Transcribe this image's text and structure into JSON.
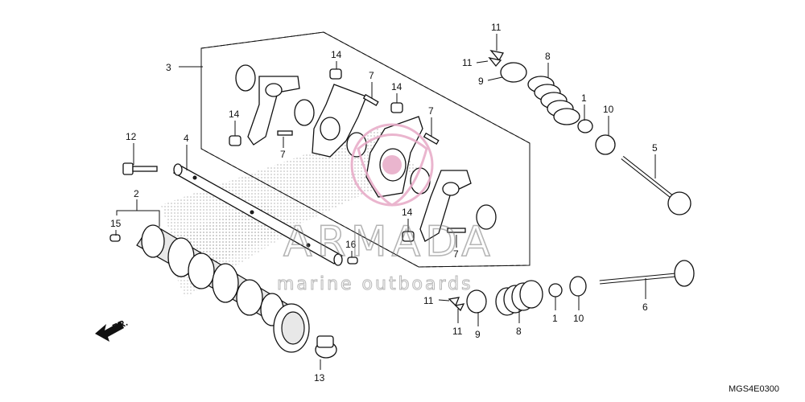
{
  "callouts": {
    "c1a": "1",
    "c1b": "1",
    "c2": "2",
    "c3": "3",
    "c4": "4",
    "c5": "5",
    "c6": "6",
    "c7a": "7",
    "c7b": "7",
    "c7c": "7",
    "c7d": "7",
    "c8a": "8",
    "c8b": "8",
    "c9a": "9",
    "c9b": "9",
    "c10a": "10",
    "c10b": "10",
    "c11a": "11",
    "c11b": "11",
    "c11c": "11",
    "c11d": "11",
    "c12": "12",
    "c13": "13",
    "c14a": "14",
    "c14b": "14",
    "c14c": "14",
    "c14d": "14",
    "c15": "15",
    "c16": "16"
  },
  "fr_label": "FR.",
  "diagram_code": "MGS4E0300",
  "watermark": {
    "brand": "ARMADA",
    "tagline": "marine outboards",
    "logo_color": "#e7a9c6"
  }
}
